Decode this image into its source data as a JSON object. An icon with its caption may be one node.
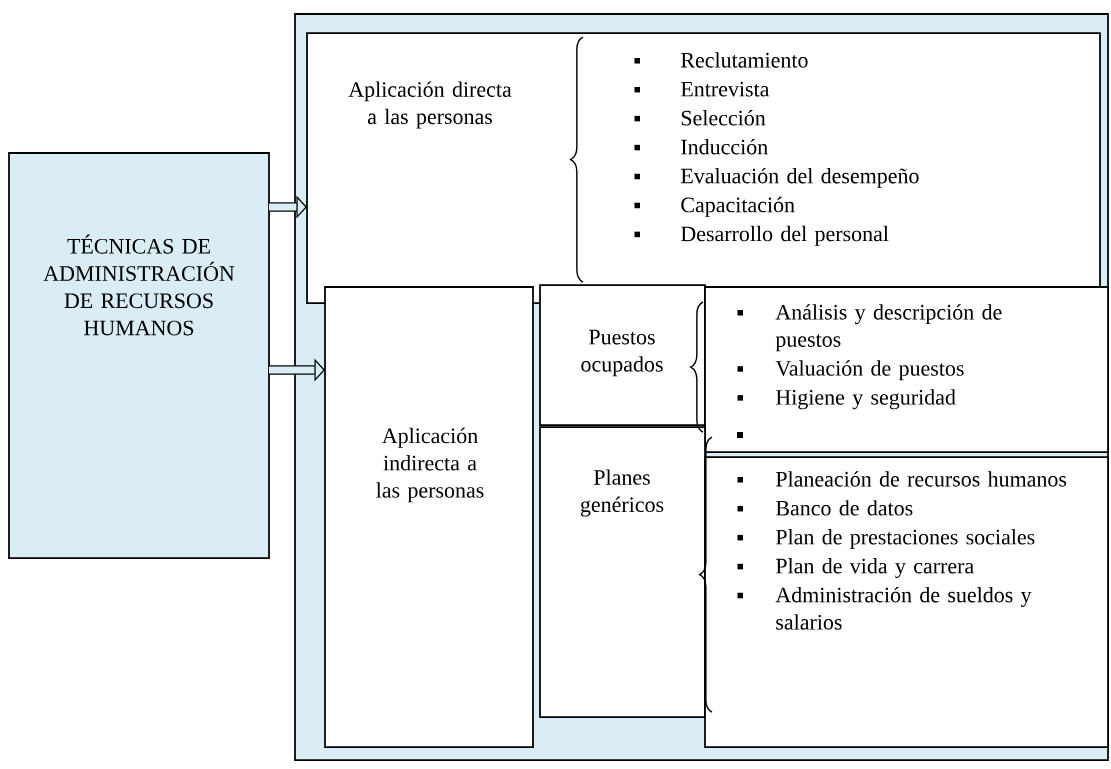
{
  "diagram": {
    "nodes": [
      {
        "text": [
          "TÉCNICAS DE ADMINISTRACIÓN DE RECURSOS HUMANOS"
        ]
      },
      {
        "text": [],
        "shape": "box"
      },
      {
        "text": [
          "Aplicación directa a las personas",
          "Reclutamiento",
          "Entrevista",
          "Selección",
          "Inducción",
          "Evaluación del desempeño",
          "Capacitación",
          "Desarrollo del personal"
        ],
        "in": 1
      },
      {
        "text": [
          "Aplicación indirecta a las personas"
        ],
        "in": 1
      },
      {
        "text": [
          "Puestos ocupados"
        ],
        "in": 1
      },
      {
        "text": [
          "Análisis y descripción de puestos",
          "Valuación de puestos",
          "Higiene y seguridad"
        ],
        "in": 1
      },
      {
        "text": [
          "Planes genéricos"
        ],
        "in": 1
      },
      {
        "text": [
          "Planeación de recursos humanos",
          "Banco de datos",
          "Plan de prestaciones sociales",
          "Plan de vida y carrera",
          "Administración de sueldos y salarios"
        ],
        "in": 1
      }
    ],
    "edges": [
      {
        "from": 0,
        "to": 2,
        "arrow": "to"
      },
      {
        "from": 0,
        "to": 3,
        "arrow": "to"
      }
    ]
  }
}
